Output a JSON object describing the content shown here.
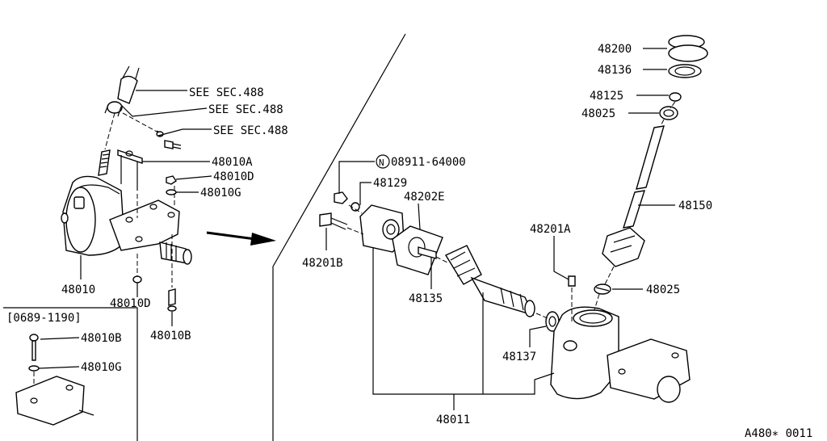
{
  "diagram": {
    "inset_label": "[0689-1190]",
    "figure_code": "A480∗ 0011",
    "callouts": {
      "see_sec_1": "SEE SEC.488",
      "see_sec_2": "SEE SEC.488",
      "see_sec_3": "SEE SEC.488",
      "p48010A": "48010A",
      "p48010D_top": "48010D",
      "p48010G_top": "48010G",
      "p48010": "48010",
      "p48010D_bottom": "48010D",
      "p48010B_bottom": "48010B",
      "p48010B_inset": "48010B",
      "p48010G_inset": "48010G",
      "nut_code": "08911-64000",
      "nut_symbol": "N",
      "p48129": "48129",
      "p48202E": "48202E",
      "p48201B": "48201B",
      "p48135": "48135",
      "p48201A": "48201A",
      "p48137": "48137",
      "p48011": "48011",
      "p48200": "48200",
      "p48136": "48136",
      "p48125": "48125",
      "p48025_top": "48025",
      "p48150": "48150",
      "p48025_bottom": "48025"
    }
  }
}
